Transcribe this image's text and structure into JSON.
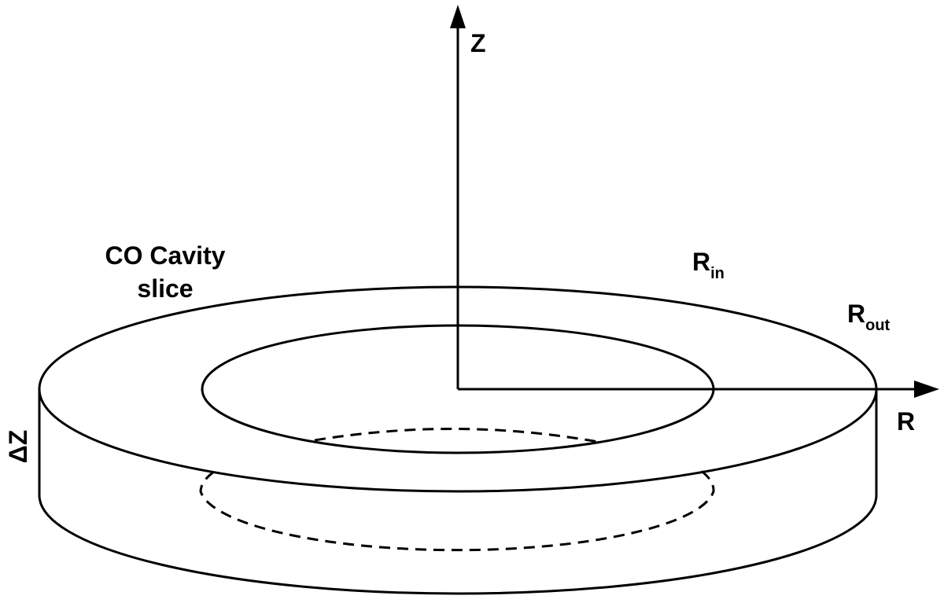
{
  "labels": {
    "z_axis": "Z",
    "r_axis": "R",
    "cavity_line1": "CO Cavity",
    "cavity_line2": "slice",
    "r_in_main": "R",
    "r_in_sub": "in",
    "r_out_main": "R",
    "r_out_sub": "out",
    "delta_z": "ΔZ"
  },
  "colors": {
    "stroke": "#000000",
    "background": "#ffffff"
  }
}
